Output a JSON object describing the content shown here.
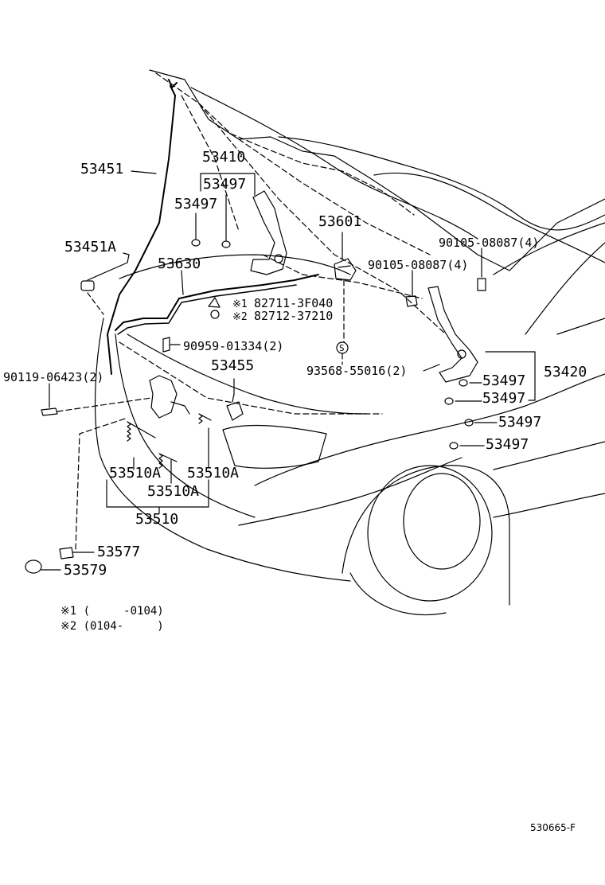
{
  "parts": {
    "p53451": "53451",
    "p53451A": "53451A",
    "p53410": "53410",
    "p53497a": "53497",
    "p53497b": "53497",
    "p53630": "53630",
    "p53601": "53601",
    "p90105a": "90105-08087(4)",
    "p90105b": "90105-08087(4)",
    "p82711": "82711-3F040",
    "p82712": "82712-37210",
    "mark1": "※1",
    "mark2": "※2",
    "p90959": "90959-01334(2)",
    "p90119": "90119-06423(2)",
    "p53455": "53455",
    "p93568": "93568-55016(2)",
    "p53420": "53420",
    "p53497c": "53497",
    "p53497d": "53497",
    "p53497e": "53497",
    "p53497f": "53497",
    "p53510A_left": "53510A",
    "p53510A_right": "53510A",
    "p53510A_mid": "53510A",
    "p53510": "53510",
    "p53577": "53577",
    "p53579": "53579",
    "s_mark": "S"
  },
  "notes": {
    "n1": "※1 (     -0104)",
    "n2": "※2 (0104-     )"
  },
  "diagram_code": "530665-F"
}
